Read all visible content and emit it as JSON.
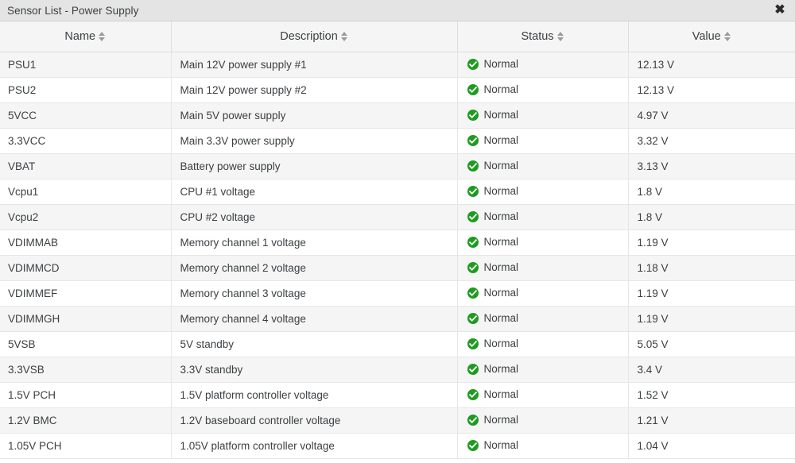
{
  "window": {
    "title": "Sensor List - Power Supply",
    "close_label": "✖"
  },
  "table": {
    "columns": [
      {
        "label": "Name",
        "key": "name"
      },
      {
        "label": "Description",
        "key": "desc"
      },
      {
        "label": "Status",
        "key": "status"
      },
      {
        "label": "Value",
        "key": "value"
      }
    ],
    "status_icon": "check-circle-icon",
    "status_color": "#1f9b1f",
    "rows": [
      {
        "name": "PSU1",
        "desc": "Main 12V power supply #1",
        "status": "Normal",
        "value": "12.13 V"
      },
      {
        "name": "PSU2",
        "desc": "Main 12V power supply #2",
        "status": "Normal",
        "value": "12.13 V"
      },
      {
        "name": "5VCC",
        "desc": "Main 5V power supply",
        "status": "Normal",
        "value": "4.97 V"
      },
      {
        "name": "3.3VCC",
        "desc": "Main 3.3V power supply",
        "status": "Normal",
        "value": "3.32 V"
      },
      {
        "name": "VBAT",
        "desc": "Battery power supply",
        "status": "Normal",
        "value": "3.13 V"
      },
      {
        "name": "Vcpu1",
        "desc": "CPU #1 voltage",
        "status": "Normal",
        "value": "1.8 V"
      },
      {
        "name": "Vcpu2",
        "desc": "CPU #2 voltage",
        "status": "Normal",
        "value": "1.8 V"
      },
      {
        "name": "VDIMMAB",
        "desc": "Memory channel 1 voltage",
        "status": "Normal",
        "value": "1.19 V"
      },
      {
        "name": "VDIMMCD",
        "desc": "Memory channel 2 voltage",
        "status": "Normal",
        "value": "1.18 V"
      },
      {
        "name": "VDIMMEF",
        "desc": "Memory channel 3 voltage",
        "status": "Normal",
        "value": "1.19 V"
      },
      {
        "name": "VDIMMGH",
        "desc": "Memory channel 4 voltage",
        "status": "Normal",
        "value": "1.19 V"
      },
      {
        "name": "5VSB",
        "desc": "5V standby",
        "status": "Normal",
        "value": "5.05 V"
      },
      {
        "name": "3.3VSB",
        "desc": "3.3V standby",
        "status": "Normal",
        "value": "3.4 V"
      },
      {
        "name": "1.5V PCH",
        "desc": "1.5V platform controller voltage",
        "status": "Normal",
        "value": "1.52 V"
      },
      {
        "name": "1.2V BMC",
        "desc": "1.2V baseboard controller voltage",
        "status": "Normal",
        "value": "1.21 V"
      },
      {
        "name": "1.05V PCH",
        "desc": "1.05V platform controller voltage",
        "status": "Normal",
        "value": "1.04 V"
      }
    ]
  }
}
